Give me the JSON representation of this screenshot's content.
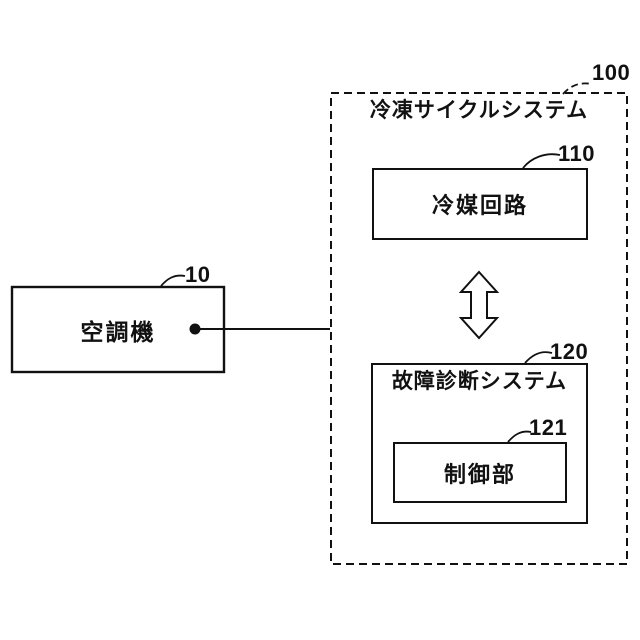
{
  "page": {
    "background": "#ffffff",
    "ink": "#111111"
  },
  "diagram": {
    "outer_system": {
      "ref": "100",
      "label": "冷凍サイクルシステム"
    },
    "refrigerant_circuit": {
      "ref": "110",
      "label": "冷媒回路"
    },
    "fault_diagnosis_system": {
      "ref": "120",
      "label": "故障診断システム"
    },
    "control_unit": {
      "ref": "121",
      "label": "制御部"
    },
    "air_conditioner": {
      "ref": "10",
      "label": "空調機"
    },
    "icons": {
      "exchange_arrow": "double-headed-vertical-outline-arrow",
      "connection_dot": "filled-circle",
      "connection_line": "horizontal-line"
    }
  }
}
